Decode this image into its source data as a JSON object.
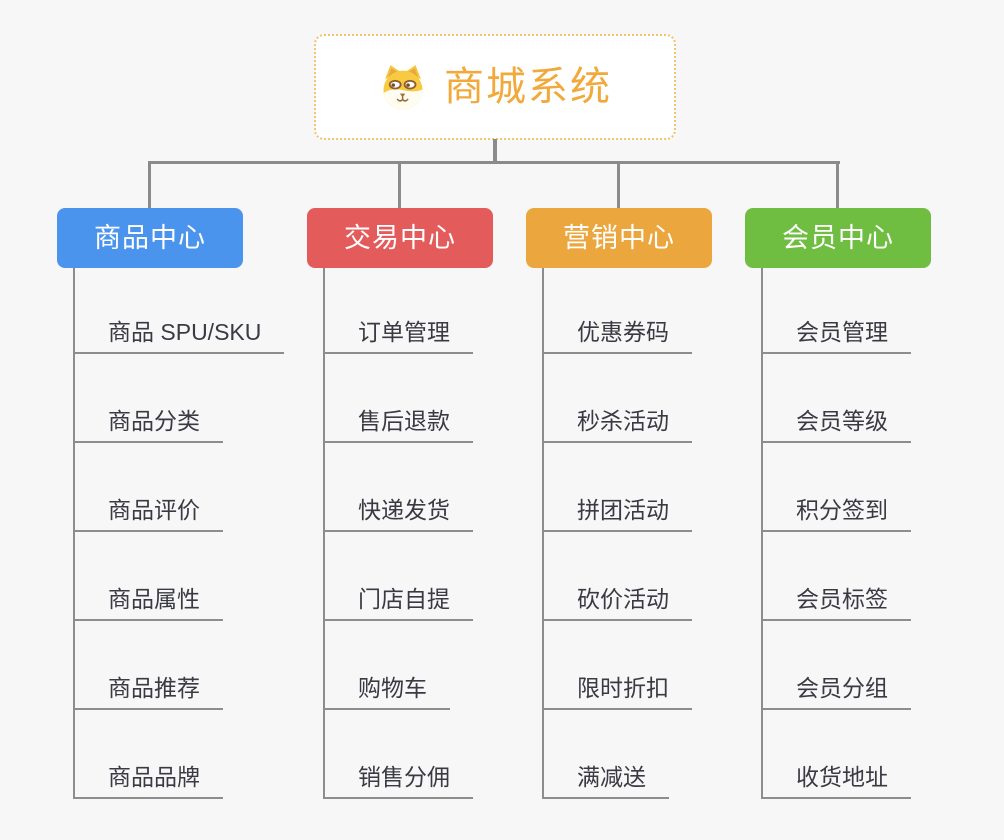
{
  "root": {
    "title": "商城系统",
    "icon": "dog-face-icon"
  },
  "colors": {
    "background": "#f7f7f8",
    "connector": "#8b8b8b",
    "line": "#8d8d8d",
    "node_text": "#3a3a42",
    "root_accent": "#f2a93c",
    "root_border": "#f2c36e",
    "header_text": "#ffffff"
  },
  "branches": [
    {
      "label": "商品中心",
      "color": "#4b94ee",
      "children": [
        "商品 SPU/SKU",
        "商品分类",
        "商品评价",
        "商品属性",
        "商品推荐",
        "商品品牌"
      ]
    },
    {
      "label": "交易中心",
      "color": "#e45b5b",
      "children": [
        "订单管理",
        "售后退款",
        "快递发货",
        "门店自提",
        "购物车",
        "销售分佣"
      ]
    },
    {
      "label": "营销中心",
      "color": "#eba63d",
      "children": [
        "优惠券码",
        "秒杀活动",
        "拼团活动",
        "砍价活动",
        "限时折扣",
        "满减送"
      ]
    },
    {
      "label": "会员中心",
      "color": "#6fbe41",
      "children": [
        "会员管理",
        "会员等级",
        "积分签到",
        "会员标签",
        "会员分组",
        "收货地址"
      ]
    }
  ]
}
